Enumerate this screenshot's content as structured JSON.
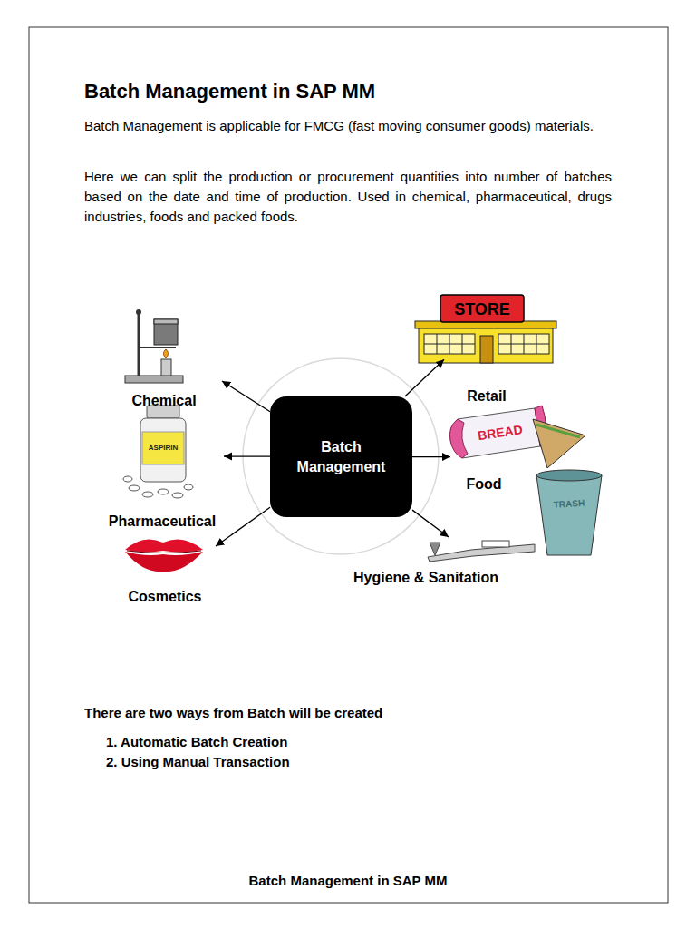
{
  "diagram": {
    "title": "Batch Management in SAP MM",
    "caption": "Batch Management in SAP MM",
    "nodes": [
      {
        "text": [
          "Batch Management"
        ]
      },
      {
        "text": [
          "Chemical"
        ]
      },
      {
        "text": [
          "Pharmaceutical"
        ]
      },
      {
        "text": [
          "Cosmetics"
        ]
      },
      {
        "text": [
          "Retail"
        ]
      },
      {
        "text": [
          "Food"
        ]
      },
      {
        "text": [
          "Hygiene & Sanitation"
        ]
      }
    ],
    "edges": [
      {
        "from": 0,
        "to": 1,
        "arrow": "to"
      },
      {
        "from": 0,
        "to": 2,
        "arrow": "to"
      },
      {
        "from": 0,
        "to": 3,
        "arrow": "to"
      },
      {
        "from": 0,
        "to": 4,
        "arrow": "to"
      },
      {
        "from": 0,
        "to": 5,
        "arrow": "to"
      },
      {
        "from": 0,
        "to": 6,
        "arrow": "to"
      }
    ],
    "labels": [
      "Batch Management is applicable for FMCG (fast moving consumer goods) materials.",
      "Here we can split the production or procurement quantities into number of batches based on the date and time of production. Used in chemical, pharmaceutical, drugs industries, foods and packed foods.",
      "There are two ways from Batch will be created",
      "1. Automatic Batch Creation",
      "2. Using Manual Transaction",
      "ASPIRIN",
      "STORE",
      "BREAD",
      "TRASH"
    ]
  }
}
